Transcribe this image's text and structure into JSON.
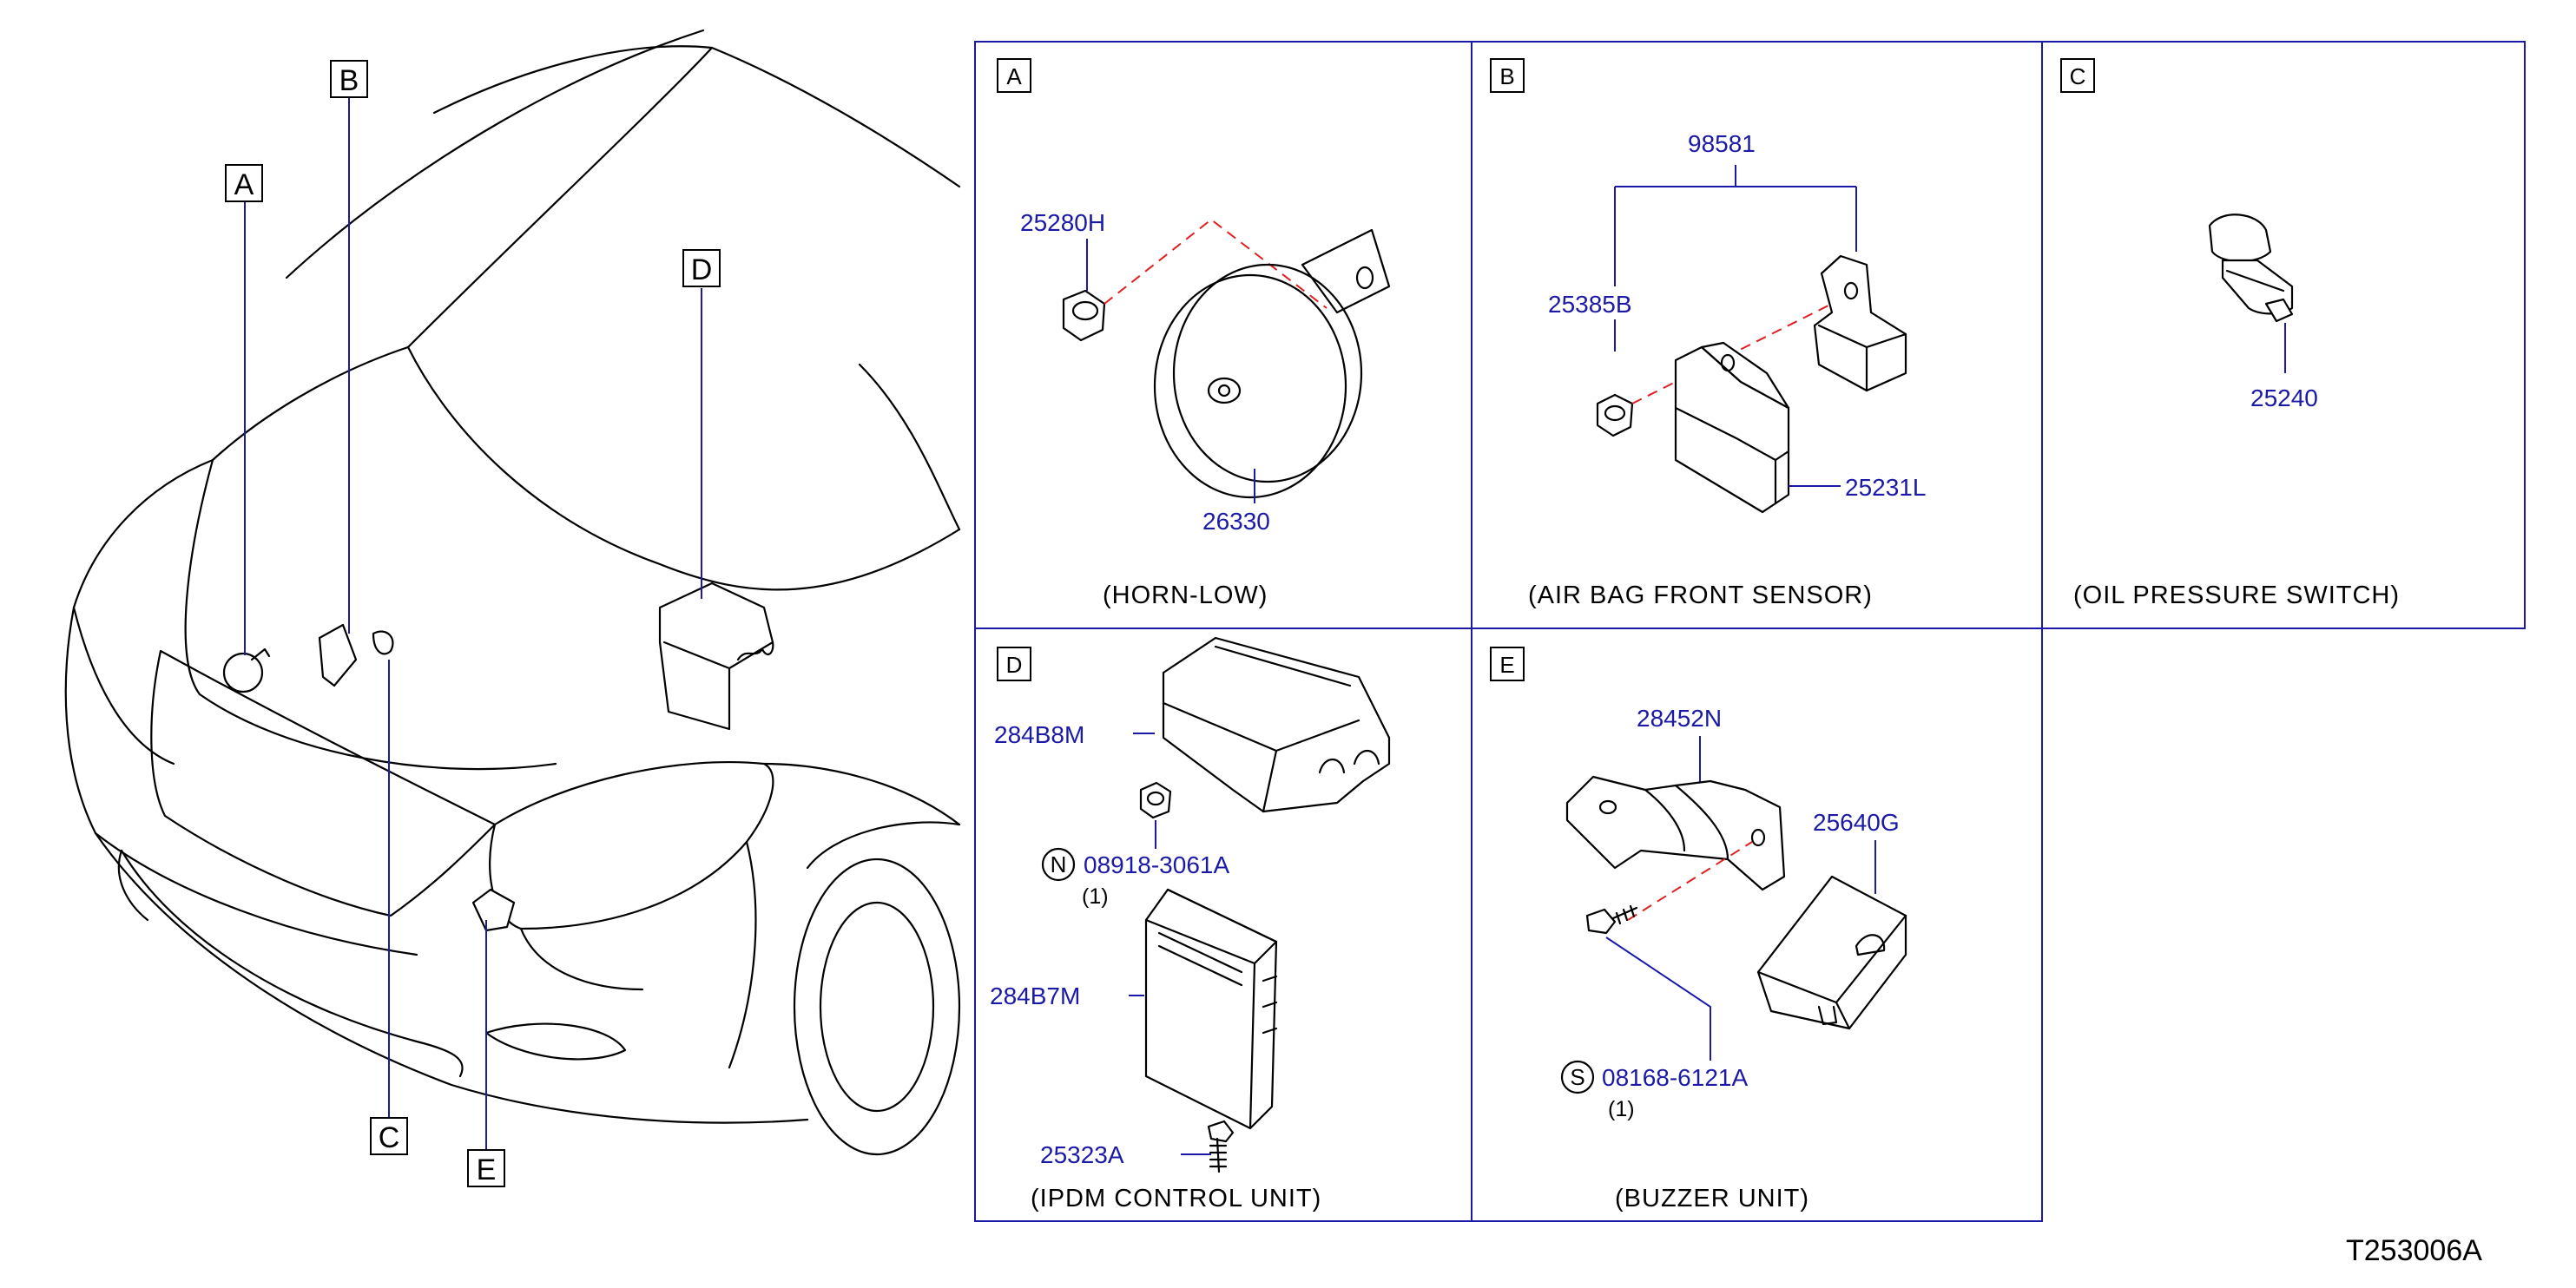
{
  "overview": {
    "callouts": [
      "A",
      "B",
      "C",
      "D",
      "E"
    ]
  },
  "panels": {
    "A": {
      "letter": "A",
      "caption": "(HORN-LOW)",
      "parts": [
        "25280H",
        "26330"
      ]
    },
    "B": {
      "letter": "B",
      "caption": "(AIR   BAG   FRONT   SENSOR)",
      "parts": [
        "98581",
        "25385B",
        "25231L"
      ]
    },
    "C": {
      "letter": "C",
      "caption": "(OIL   PRESSURE   SWITCH)",
      "parts": [
        "25240"
      ]
    },
    "D": {
      "letter": "D",
      "caption": "(IPDM   CONTROL   UNIT)",
      "parts": [
        "284B8M",
        "08918-3061A",
        "284B7M",
        "25323A"
      ],
      "bolt_prefix": "N",
      "bolt_qty": "(1)"
    },
    "E": {
      "letter": "E",
      "caption": "(BUZZER   UNIT)",
      "parts": [
        "28452N",
        "25640G",
        "08168-6121A"
      ],
      "bolt_prefix": "S",
      "bolt_qty": "(1)"
    }
  },
  "drawing_number": "T253006A",
  "colors": {
    "part_number": "#1a1aa6",
    "frame": "#1a1aa6",
    "dashed_alignment": "#e02020",
    "line_art": "#000000"
  }
}
